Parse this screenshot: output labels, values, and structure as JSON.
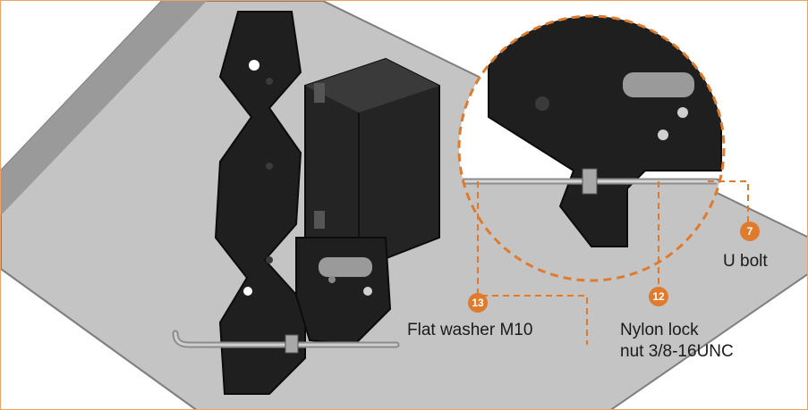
{
  "callouts": [
    {
      "number": "7",
      "label": "U bolt"
    },
    {
      "number": "13",
      "label": "Flat washer M10"
    },
    {
      "number": "12",
      "label_line1": "Nylon lock",
      "label_line2": "nut 3/8-16UNC"
    }
  ],
  "colors": {
    "accent": "#e07b2e",
    "beam": "#bdbdbd",
    "beam_edge": "#8a8a8a",
    "bracket": "#1c1c1c",
    "rod": "#b0b0b0"
  }
}
